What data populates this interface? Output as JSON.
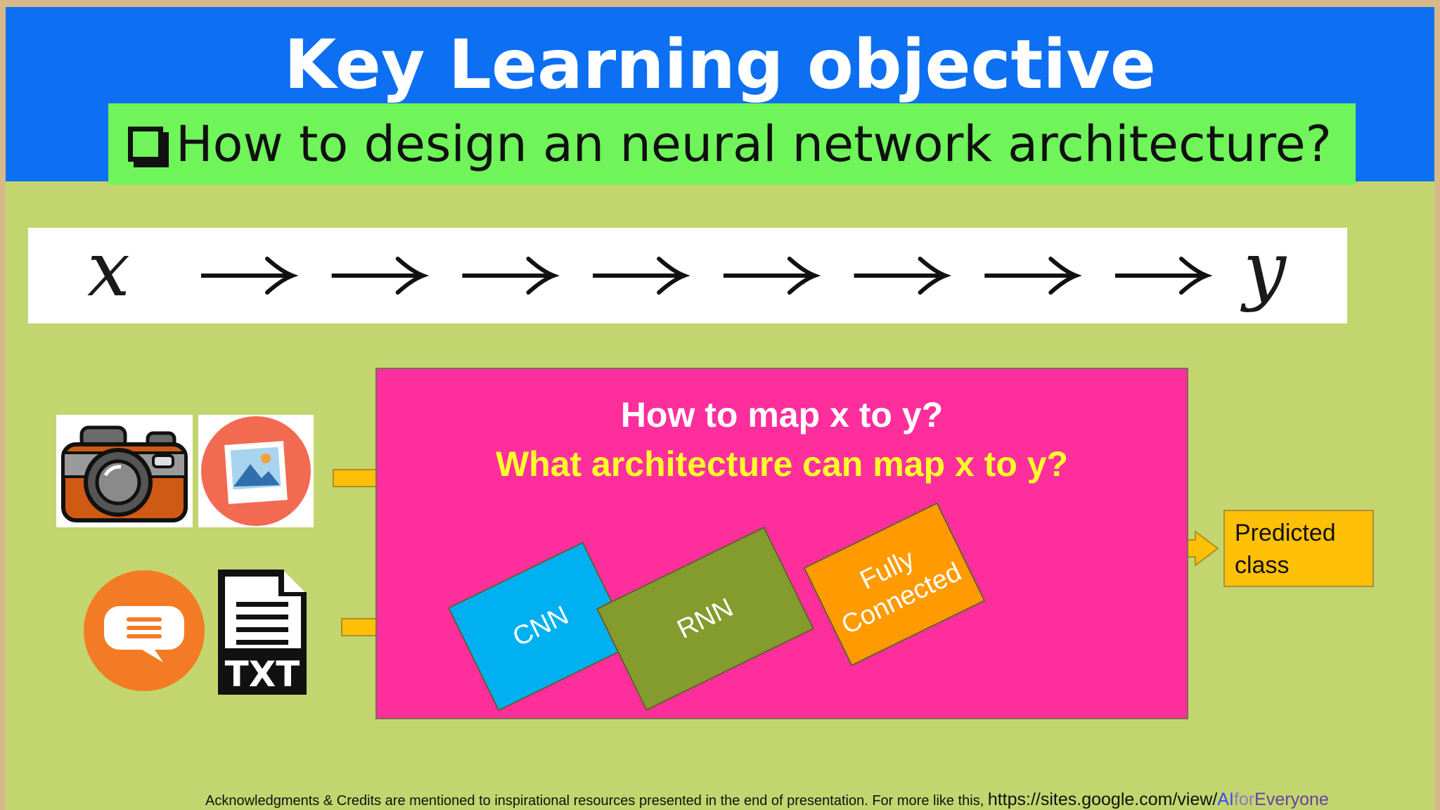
{
  "title": "Key Learning objective",
  "subtitle": "How to design an neural network architecture?",
  "sequence": {
    "input": "x",
    "output": "y",
    "arrow_count": 8
  },
  "panel": {
    "question_1": "How to map x to y?",
    "question_2": "What architecture can map x to y?",
    "architectures": [
      {
        "label": "CNN",
        "color": "#00b0f0"
      },
      {
        "label": "RNN",
        "color": "#849b2d"
      },
      {
        "label": "Fully Connected",
        "label_line1": "Fully",
        "label_line2": "Connected",
        "color": "#ff9a00"
      }
    ]
  },
  "inputs": [
    {
      "icon": "camera-icon"
    },
    {
      "icon": "image-icon"
    },
    {
      "icon": "chat-bubble-icon"
    },
    {
      "icon": "txt-file-icon",
      "label": "TXT"
    }
  ],
  "output": {
    "label": "Predicted class",
    "line1": "Predicted",
    "line2": "class"
  },
  "footer": {
    "text": "Acknowledgments & Credits are mentioned to inspirational resources presented in the end of presentation.  For more like this, ",
    "link_prefix": "https://sites.google.com/view/",
    "link_ai": "AI",
    "link_for": "for",
    "link_everyone": "Everyone"
  },
  "colors": {
    "title_bar": "#0d6ff2",
    "subtitle_box": "#6ff55a",
    "background": "#c3d56f",
    "panel": "#fe2e9c",
    "arrows": "#ffc008"
  }
}
